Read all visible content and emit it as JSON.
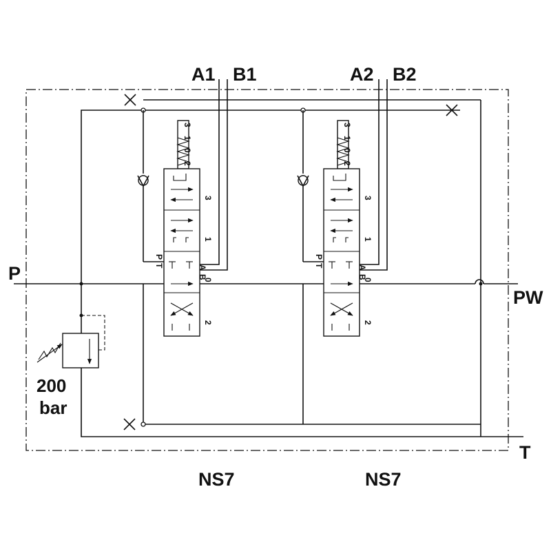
{
  "ports": {
    "a1": "A1",
    "b1": "B1",
    "a2": "A2",
    "b2": "B2",
    "p": "P",
    "pw": "PW",
    "t": "T"
  },
  "relief_valve": {
    "pressure": "200",
    "unit": "bar"
  },
  "sections": [
    {
      "model": "NS7",
      "spring_positions": [
        "3",
        "1",
        "0",
        "2"
      ],
      "position_labels": [
        "3",
        "1",
        "0",
        "2"
      ],
      "port_labels": [
        "P",
        "T",
        "A",
        "B"
      ]
    },
    {
      "model": "NS7",
      "spring_positions": [
        "3",
        "1",
        "0",
        "2"
      ],
      "position_labels": [
        "3",
        "1",
        "0",
        "2"
      ],
      "port_labels": [
        "P",
        "T",
        "A",
        "B"
      ]
    }
  ]
}
